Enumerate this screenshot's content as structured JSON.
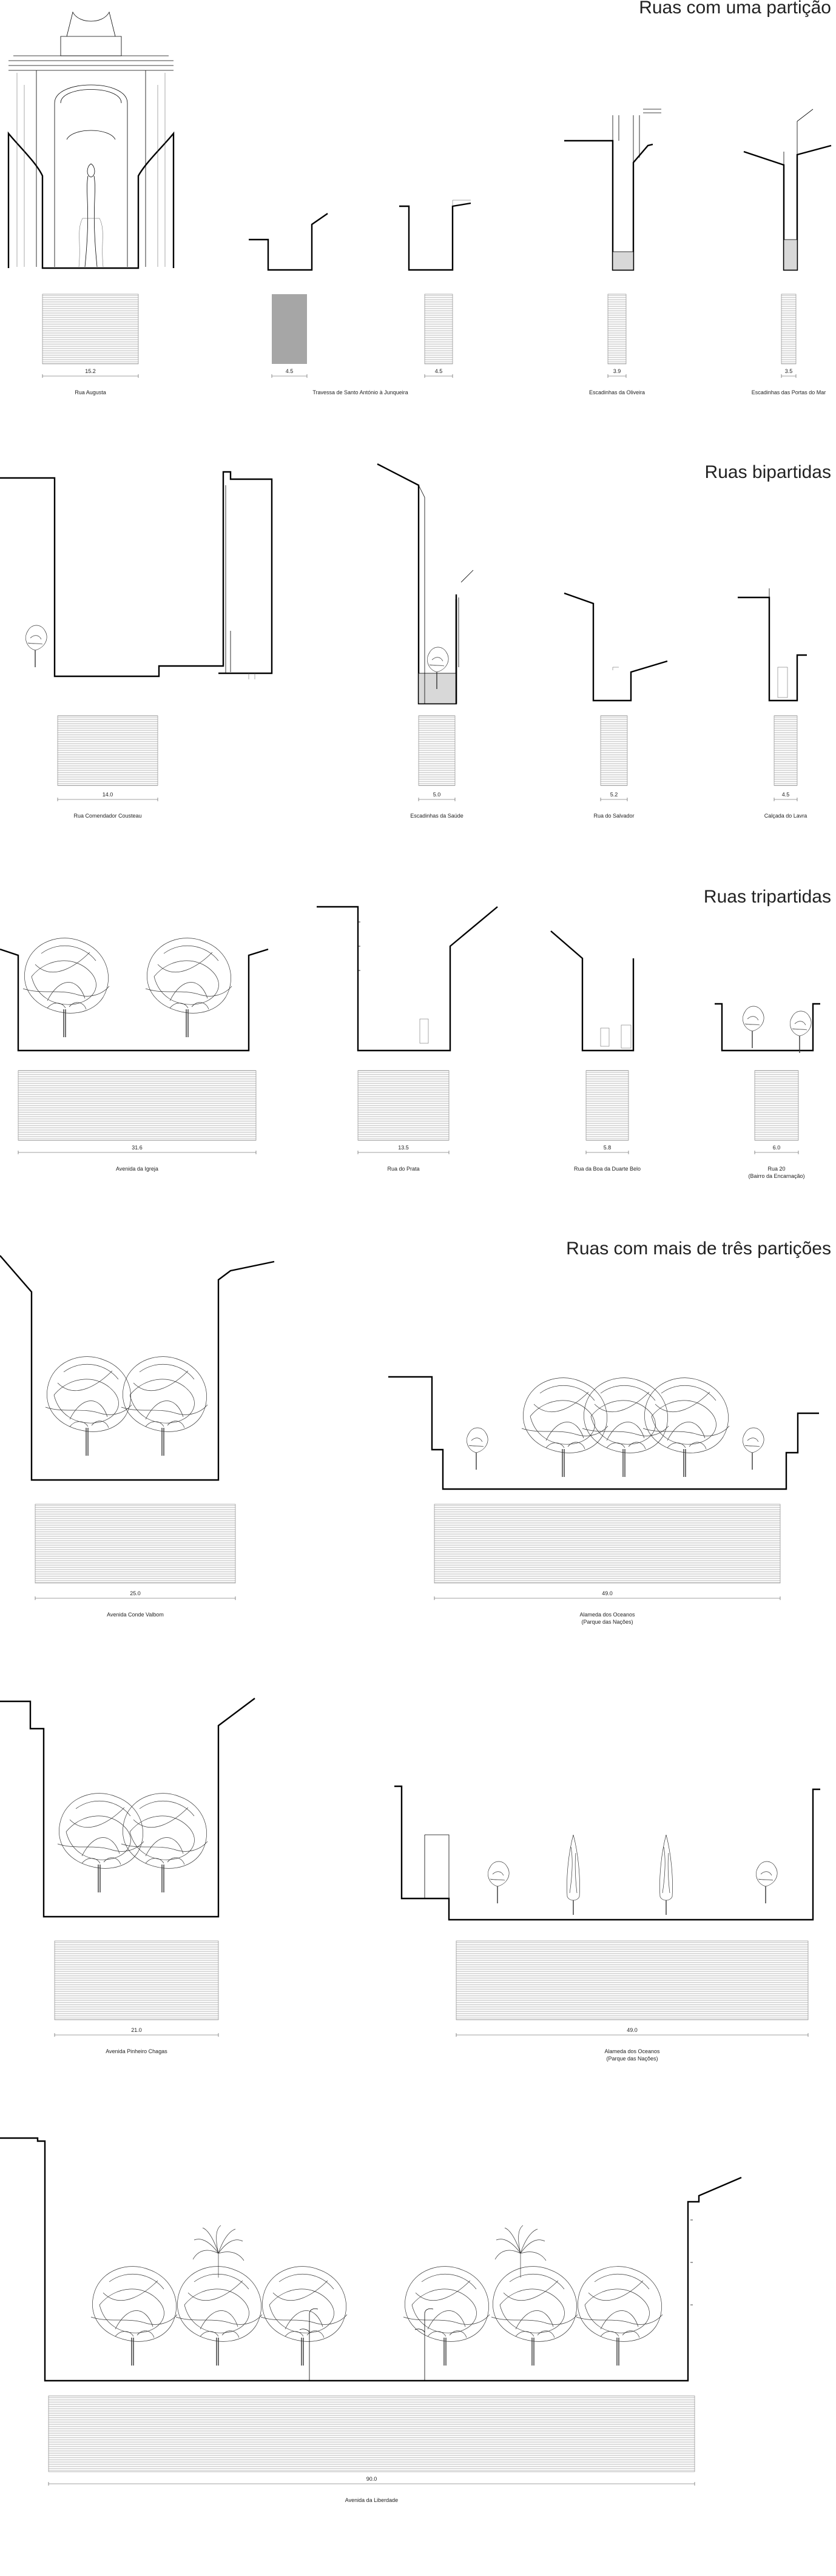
{
  "sections": [
    {
      "id": "uma",
      "heading": "Ruas com uma partição",
      "streets": [
        {
          "width": "15.2",
          "name": [
            "Rua Augusta"
          ]
        },
        {
          "width": "4.5",
          "name": []
        },
        {
          "width": "4.5",
          "name": []
        },
        {
          "width": "3.9",
          "name": [
            "Escadinhas da Oliveira"
          ]
        },
        {
          "width": "3.5",
          "name": [
            "Escadinhas das Portas do Mar"
          ]
        }
      ],
      "shared_caption": "Travessa de Santo António à Junqueira"
    },
    {
      "id": "bipartidas",
      "heading": "Ruas bipartidas",
      "streets": [
        {
          "width": "14.0",
          "name": [
            "Rua Comendador Cousteau"
          ]
        },
        {
          "width": "5.0",
          "name": [
            "Escadinhas da Saúde"
          ]
        },
        {
          "width": "5.2",
          "name": [
            "Rua do Salvador"
          ]
        },
        {
          "width": "4.5",
          "name": [
            "Calçada do Lavra"
          ]
        }
      ]
    },
    {
      "id": "tripartidas",
      "heading": "Ruas tripartidas",
      "streets": [
        {
          "width": "31.6",
          "name": [
            "Avenida da Igreja"
          ]
        },
        {
          "width": "13.5",
          "name": [
            "Rua do Prata"
          ]
        },
        {
          "width": "5.8",
          "name": [
            "Rua da Boa da Duarte Belo"
          ]
        },
        {
          "width": "6.0",
          "name": [
            "Rua 20",
            "(Bairro da Encarnação)"
          ]
        }
      ]
    },
    {
      "id": "mais",
      "heading": "Ruas com mais de três partições",
      "streets": [
        {
          "width": "25.0",
          "name": [
            "Avenida Conde Valbom"
          ]
        },
        {
          "width": "49.0",
          "name": [
            "Alameda dos Oceanos",
            "(Parque das Nações)"
          ]
        },
        {
          "width": "21.0",
          "name": [
            "Avenida Pinheiro Chagas"
          ]
        },
        {
          "width": "49.0",
          "name": [
            "Alameda dos Oceanos",
            "(Parque das Nações)"
          ]
        },
        {
          "width": "90.0",
          "name": [
            "Avenida da Liberdade"
          ]
        }
      ]
    }
  ]
}
